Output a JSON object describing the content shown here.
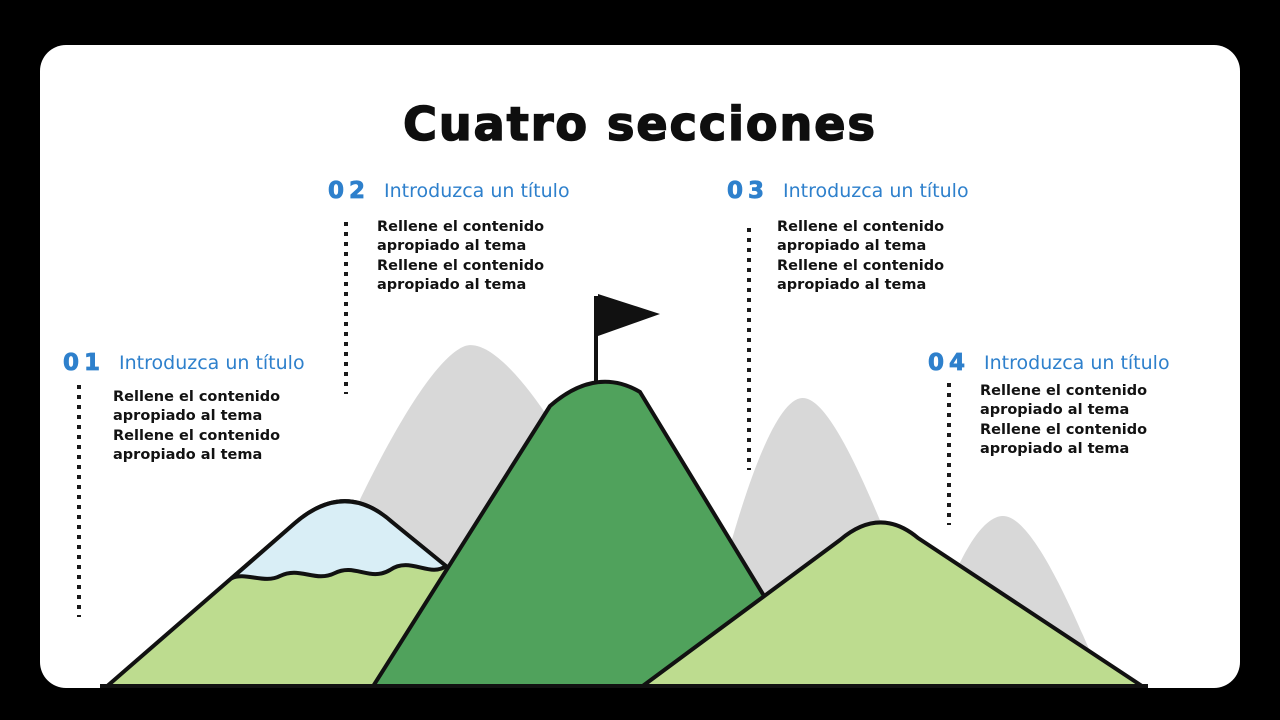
{
  "slide": {
    "title": "Cuatro secciones"
  },
  "sections": [
    {
      "number": "01",
      "title": "Introduzca un título",
      "body": "Rellene el contenido\napropiado al tema\nRellene el contenido\napropiado al tema"
    },
    {
      "number": "02",
      "title": "Introduzca un título",
      "body": "Rellene el contenido\napropiado al tema\nRellene el contenido\napropiado al tema"
    },
    {
      "number": "03",
      "title": "Introduzca un título",
      "body": "Rellene el contenido\napropiado al tema\nRellene el contenido\napropiado al tema"
    },
    {
      "number": "04",
      "title": "Introduzca un título",
      "body": "Rellene el contenido\napropiado al tema\nRellene el contenido\napropiado al tema"
    }
  ],
  "illustration": {
    "flag_icon": "flag-icon",
    "elements": [
      "gray background mountains",
      "left mountain with snow cap",
      "central green peak with flag",
      "right mountain",
      "base line"
    ]
  },
  "colors": {
    "accent_blue": "#2E80CC",
    "mountain_green_dark": "#50A25C",
    "mountain_green_light": "#BDDC8F",
    "snow_blue": "#D9EEF6",
    "mountain_gray": "#D8D8D8",
    "outline_black": "#111111",
    "card_background": "#FFFFFF",
    "page_background": "#000000"
  }
}
